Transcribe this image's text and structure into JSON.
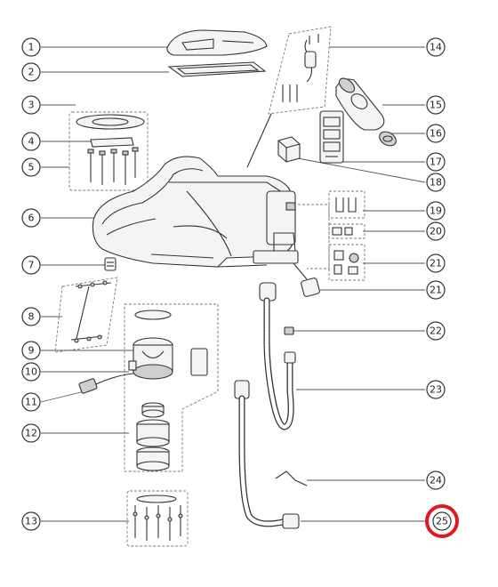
{
  "callouts": [
    {
      "label": "1"
    },
    {
      "label": "2"
    },
    {
      "label": "3"
    },
    {
      "label": "4"
    },
    {
      "label": "5"
    },
    {
      "label": "6"
    },
    {
      "label": "7"
    },
    {
      "label": "8"
    },
    {
      "label": "9"
    },
    {
      "label": "10"
    },
    {
      "label": "11"
    },
    {
      "label": "12"
    },
    {
      "label": "13"
    },
    {
      "label": "14"
    },
    {
      "label": "15"
    },
    {
      "label": "16"
    },
    {
      "label": "17"
    },
    {
      "label": "18"
    },
    {
      "label": "19"
    },
    {
      "label": "20"
    },
    {
      "label": "21"
    },
    {
      "label": "21"
    },
    {
      "label": "22"
    },
    {
      "label": "23"
    },
    {
      "label": "24"
    },
    {
      "label": "25"
    }
  ],
  "highlight": {
    "label": "25",
    "color": "#e0191f"
  },
  "colors": {
    "line": "#333333",
    "fill": "#f4f4f4"
  }
}
